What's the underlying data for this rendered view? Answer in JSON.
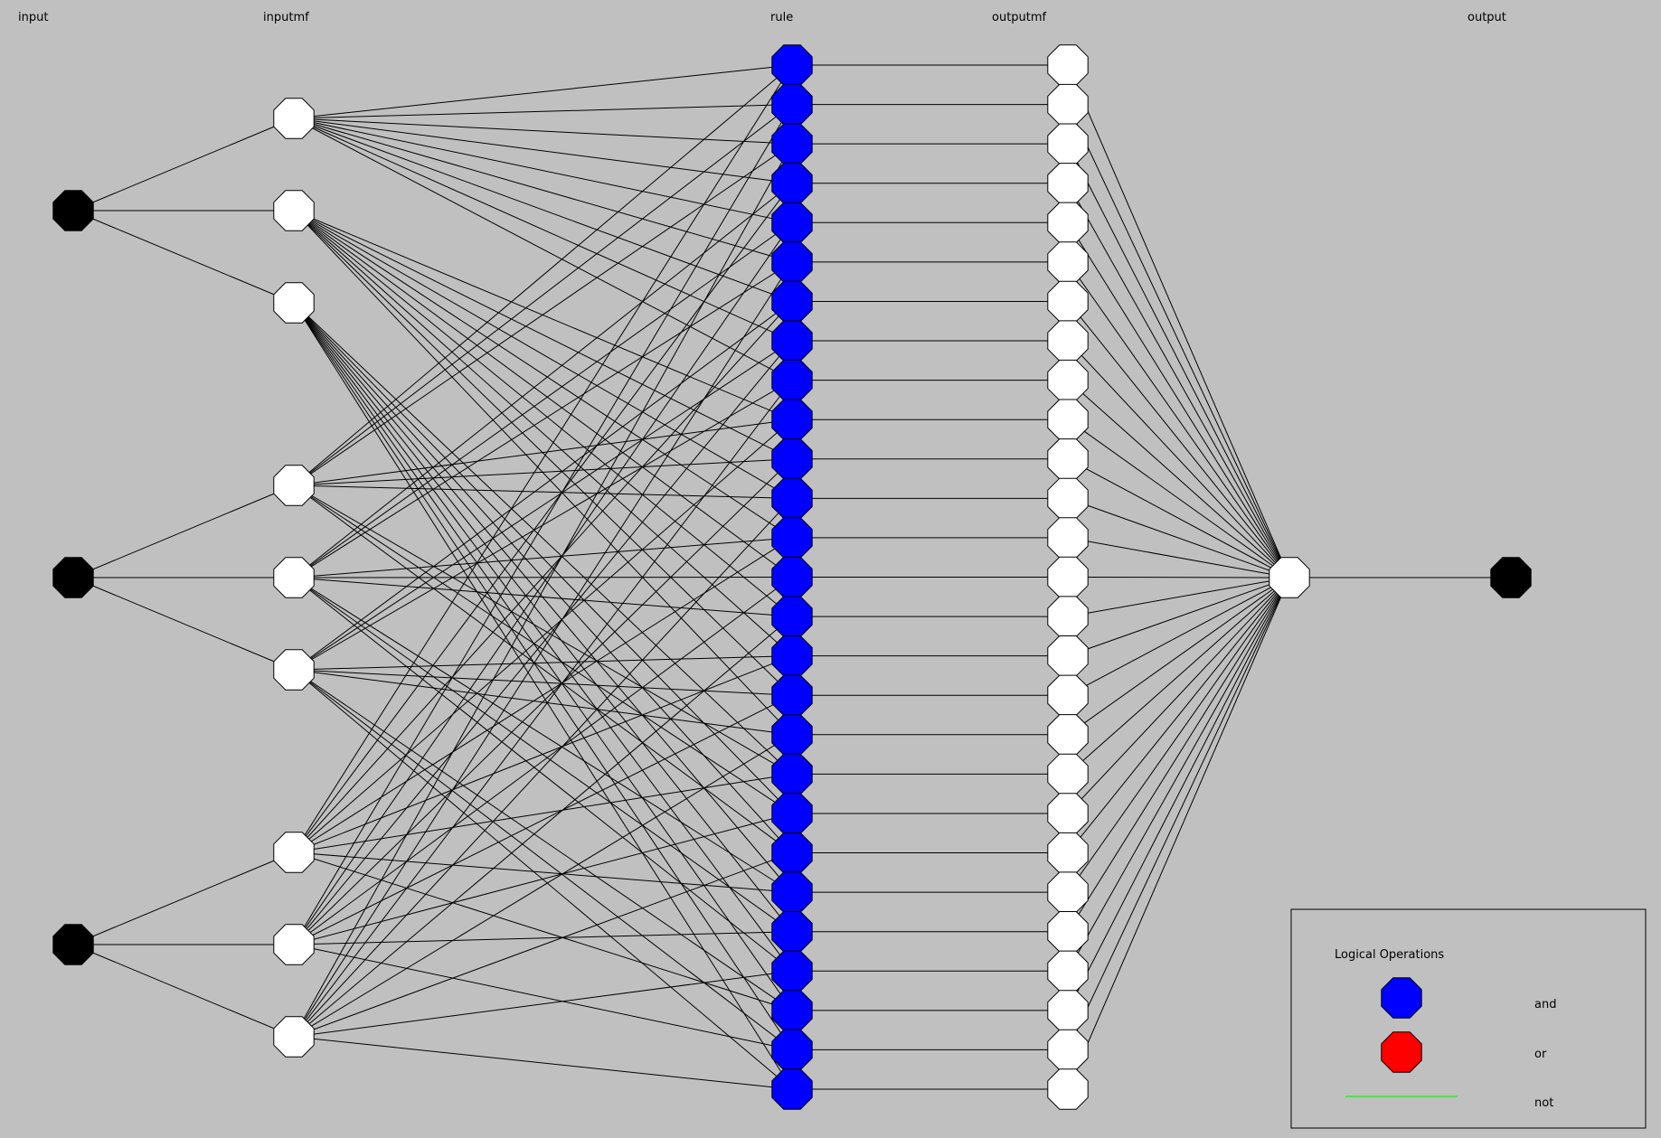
{
  "header": {
    "input": "input",
    "inputmf": "inputmf",
    "rule": "rule",
    "outputmf": "outputmf",
    "output": "output"
  },
  "colors": {
    "background": "#c0c0c0",
    "input_node": "#000000",
    "mf_node": "#ffffff",
    "and_node": "#0000ff",
    "or_node": "#ff0000",
    "not_line": "#00ff00",
    "edge": "#000000"
  },
  "network": {
    "inputs": 3,
    "mfs_per_input": 3,
    "rules": 27,
    "outputs": 1,
    "rule_operator": "and"
  },
  "legend": {
    "title": "Logical Operations",
    "and_label": "and",
    "or_label": "or",
    "not_label": "not"
  }
}
